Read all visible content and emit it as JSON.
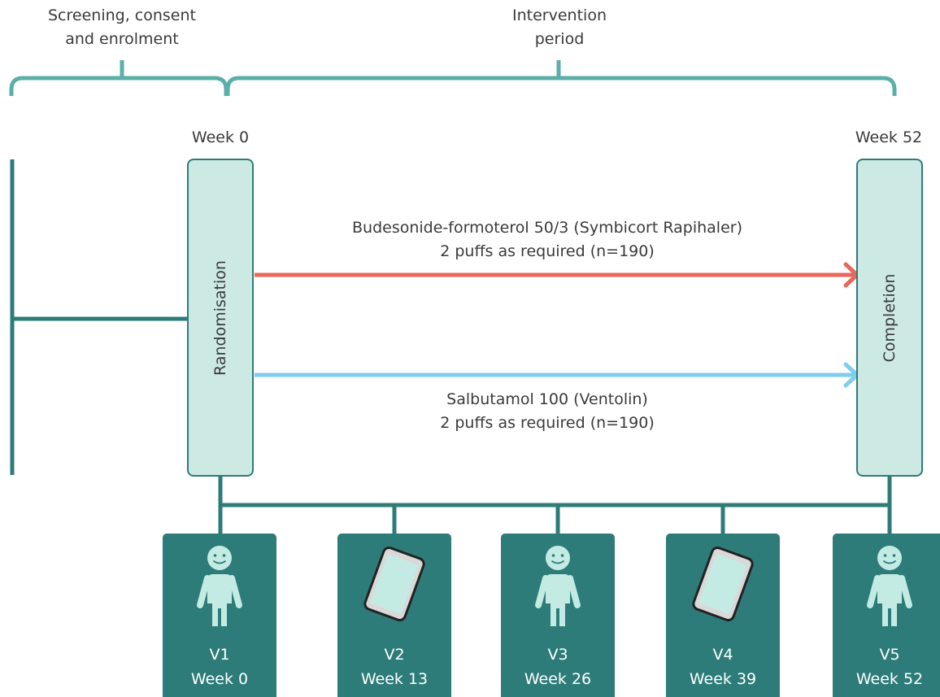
{
  "phases": {
    "screening": [
      "Screening, consent",
      "and enrolment"
    ],
    "intervention": [
      "Intervention",
      "period"
    ]
  },
  "timepoints": {
    "start": "Week 0",
    "end": "Week 52"
  },
  "boxes": {
    "randomisation": "Randomisation",
    "completion": "Completion"
  },
  "arms": [
    {
      "lines": [
        "Budesonide-formoterol 50/3 (Symbicort Rapihaler)",
        "2 puffs as required (n=190)"
      ],
      "color": "#e8665a"
    },
    {
      "lines": [
        "Salbutamol 100 (Ventolin)",
        "2 puffs as required (n=190)"
      ],
      "color": "#7fcdf0"
    }
  ],
  "visits": [
    {
      "id": "V1",
      "week": "Week 0",
      "icon": "person-icon"
    },
    {
      "id": "V2",
      "week": "Week 13",
      "icon": "tablet-icon"
    },
    {
      "id": "V3",
      "week": "Week 26",
      "icon": "person-icon"
    },
    {
      "id": "V4",
      "week": "Week 39",
      "icon": "tablet-icon"
    },
    {
      "id": "V5",
      "week": "Week 52",
      "icon": "person-icon"
    }
  ],
  "colors": {
    "teal": "#2d7c79",
    "bracket": "#5aafa8",
    "box_fill": "#cde9e4",
    "icon_fill": "#c4ebe3"
  }
}
